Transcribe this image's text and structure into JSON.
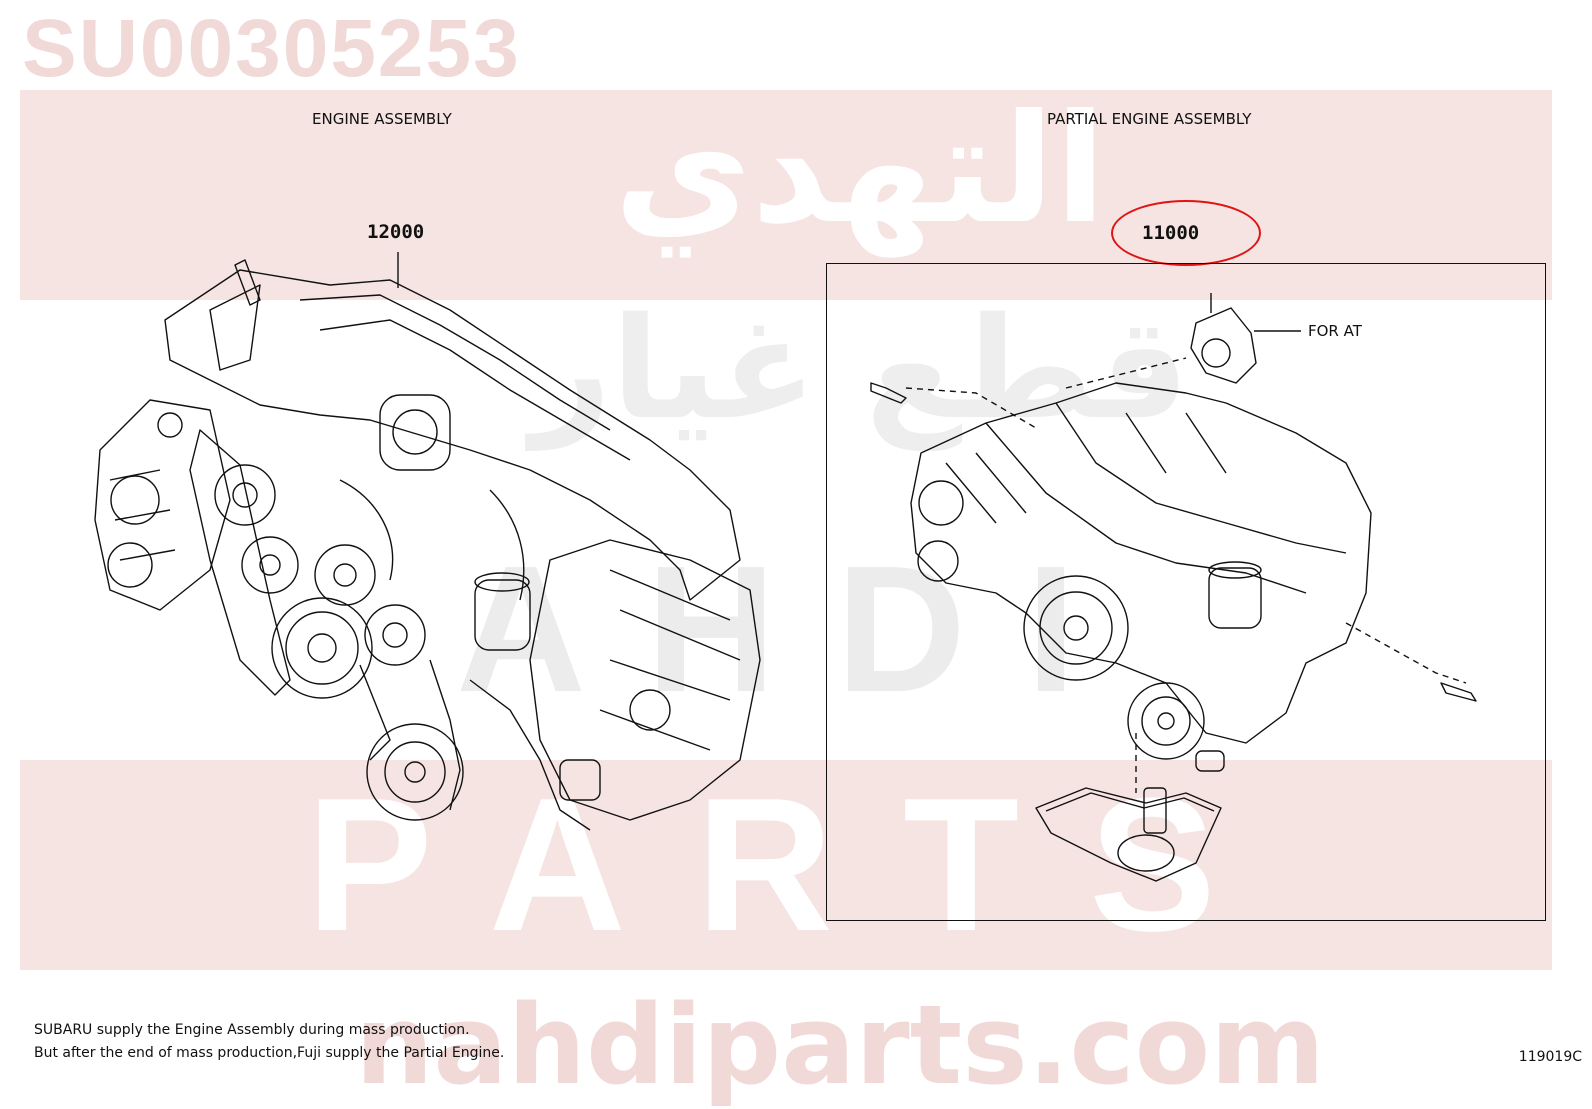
{
  "watermark": {
    "part_number": "SU00305253",
    "arabic_top": "التهدي",
    "arabic_mid": "قطع غيار",
    "latin_mid": "AHDI",
    "latin_low": "PARTS",
    "site": "nahdiparts.com",
    "brand_color": "#f5e4e2"
  },
  "left_panel": {
    "title": "ENGINE ASSEMBLY",
    "part_no": "12000"
  },
  "right_panel": {
    "title": "PARTIAL ENGINE ASSEMBLY",
    "part_no": "11000",
    "callout_color": "#e11414",
    "annotation": "FOR AT"
  },
  "footer": {
    "note_line1": "SUBARU supply the Engine Assembly during mass production.",
    "note_line2": "But after the end of mass production,Fuji supply the Partial Engine.",
    "figure_id": "119019C"
  }
}
